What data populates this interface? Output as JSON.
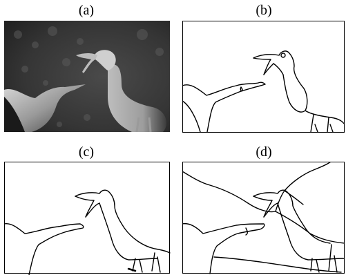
{
  "figure": {
    "panels": [
      {
        "label": "(a)",
        "content": "photo"
      },
      {
        "label": "(b)",
        "content": "contour-map"
      },
      {
        "label": "(c)",
        "content": "contour-map"
      },
      {
        "label": "(d)",
        "content": "contour-map"
      }
    ],
    "colors": {
      "line": "#000000",
      "background": "#ffffff",
      "photo_dark": "#2a2a2a"
    }
  }
}
